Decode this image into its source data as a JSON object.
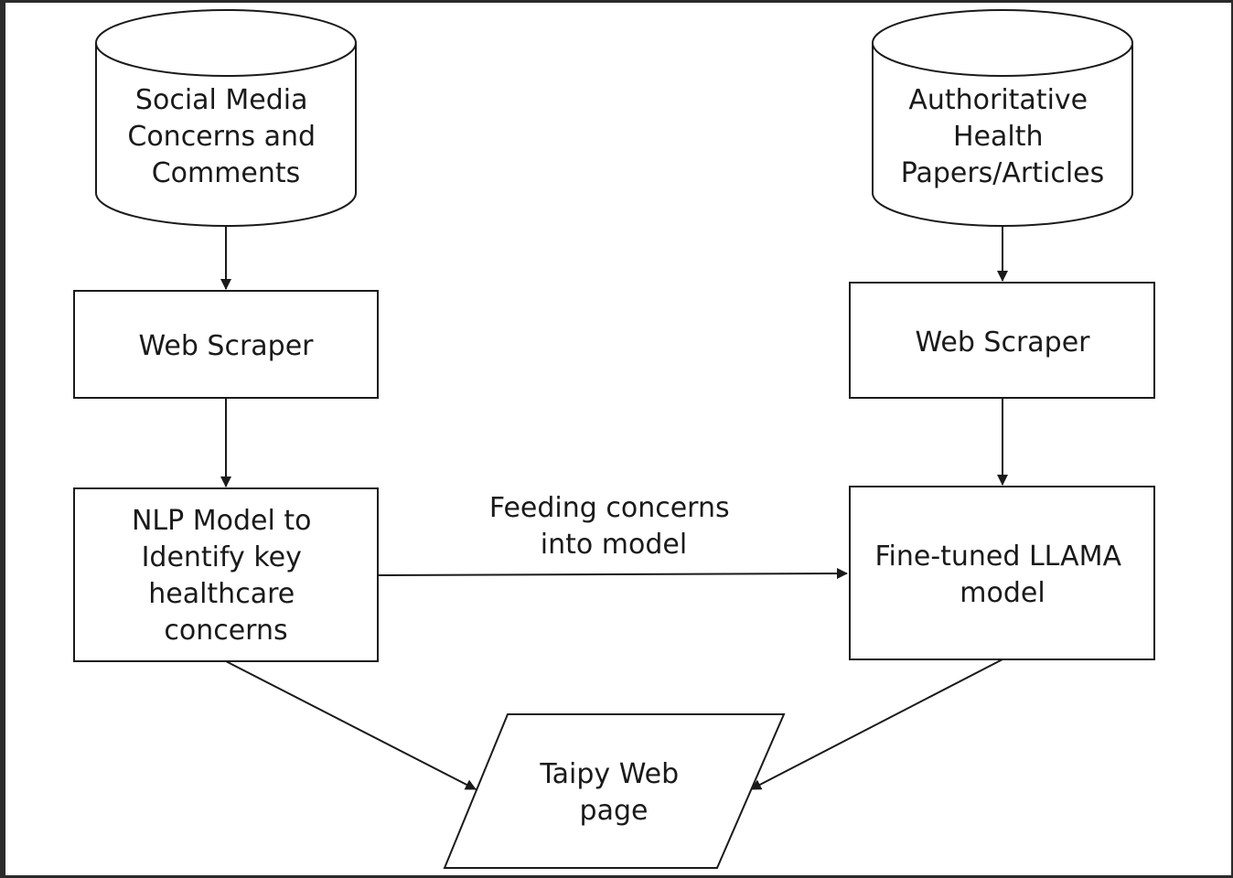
{
  "nodes": {
    "social_media_db": {
      "lines": [
        "Social Media",
        "Concerns and",
        "Comments"
      ],
      "shape": "cylinder"
    },
    "health_papers_db": {
      "lines": [
        "Authoritative",
        "Health",
        "Papers/Articles"
      ],
      "shape": "cylinder"
    },
    "web_scraper_left": {
      "lines": [
        "Web Scraper"
      ],
      "shape": "rectangle"
    },
    "web_scraper_right": {
      "lines": [
        "Web Scraper"
      ],
      "shape": "rectangle"
    },
    "nlp_model": {
      "lines": [
        "NLP Model to",
        "Identify key",
        "healthcare",
        "concerns"
      ],
      "shape": "rectangle"
    },
    "llama_model": {
      "lines": [
        "Fine-tuned LLAMA",
        "model"
      ],
      "shape": "rectangle"
    },
    "taipy_web_page": {
      "lines": [
        "Taipy Web",
        "page"
      ],
      "shape": "parallelogram"
    }
  },
  "edges": [
    {
      "from": "social_media_db",
      "to": "web_scraper_left"
    },
    {
      "from": "web_scraper_left",
      "to": "nlp_model"
    },
    {
      "from": "health_papers_db",
      "to": "web_scraper_right"
    },
    {
      "from": "web_scraper_right",
      "to": "llama_model"
    },
    {
      "from": "nlp_model",
      "to": "llama_model",
      "label_lines": [
        "Feeding concerns",
        "into model"
      ]
    },
    {
      "from": "nlp_model",
      "to": "taipy_web_page"
    },
    {
      "from": "llama_model",
      "to": "taipy_web_page"
    }
  ],
  "colors": {
    "stroke": "#1a1a1a",
    "fill": "#ffffff",
    "background": "#ffffff"
  }
}
